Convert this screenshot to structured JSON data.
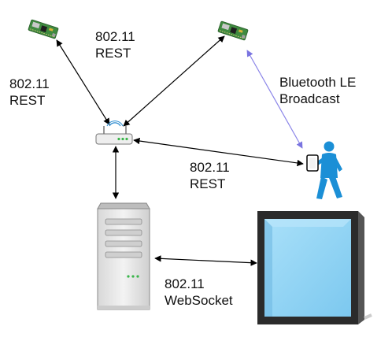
{
  "labels": {
    "sensor_left_link": [
      "802.11",
      "REST"
    ],
    "sensor_right_link": [
      "802.11",
      "REST"
    ],
    "bluetooth_link": [
      "Bluetooth LE",
      "Broadcast"
    ],
    "phone_link": [
      "802.11",
      "REST"
    ],
    "display_link": [
      "802.11",
      "WebSocket"
    ]
  },
  "colors": {
    "wifi_arrow": "#000000",
    "bluetooth_arrow": "#8a84e8",
    "board_green": "#3f8a3f",
    "server_body": "#e6e6e6",
    "screen_frame": "#2b2b2b",
    "screen_glass": "#8fd3f5",
    "person": "#1b8fd6"
  },
  "icons": [
    "sensor-board-icon",
    "wifi-router-icon",
    "server-icon",
    "person-with-tablet-icon",
    "display-screen-icon"
  ]
}
